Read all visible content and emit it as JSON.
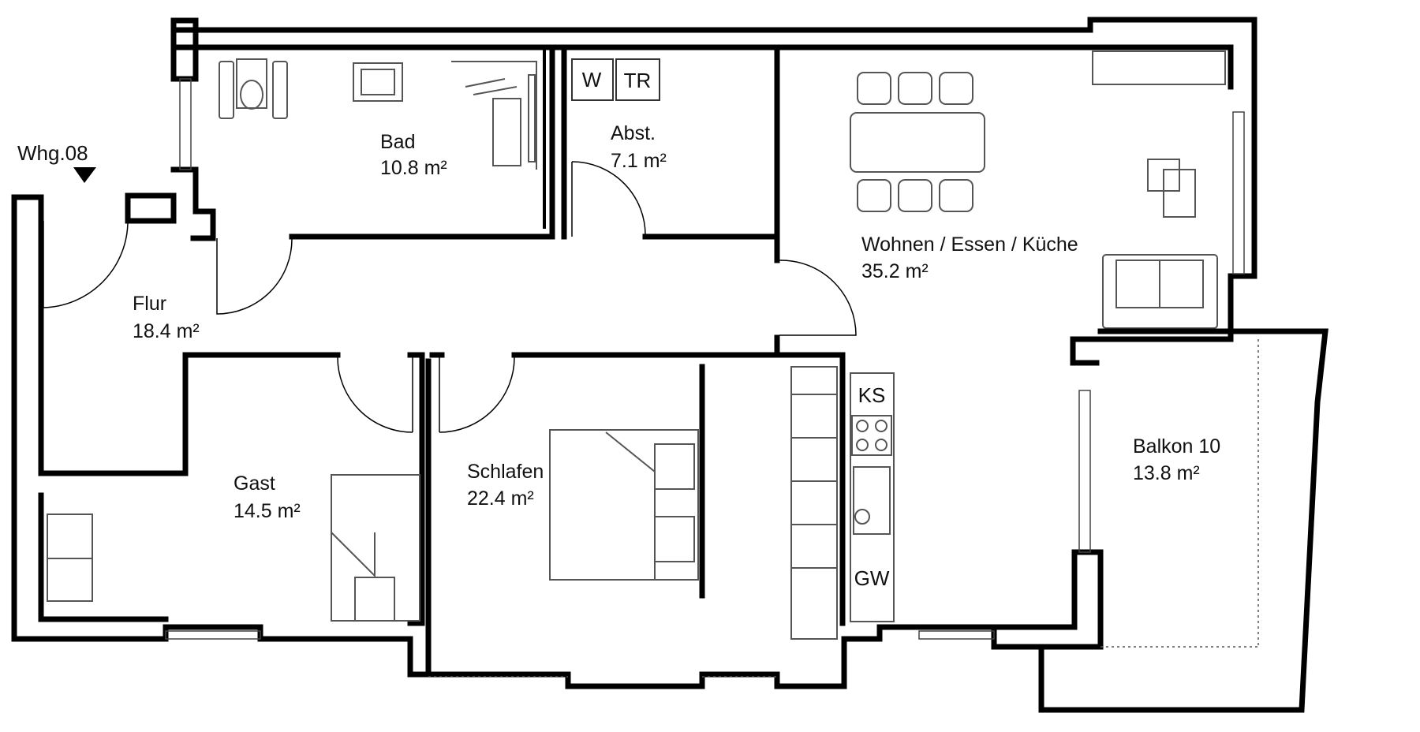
{
  "marker": {
    "label": "Whg.08"
  },
  "rooms": [
    {
      "id": "bad",
      "name": "Bad",
      "area": "10.8 m²"
    },
    {
      "id": "abst",
      "name": "Abst.",
      "area": "7.1 m²"
    },
    {
      "id": "wohnen",
      "name": "Wohnen / Essen / Küche",
      "area": "35.2 m²"
    },
    {
      "id": "flur",
      "name": "Flur",
      "area": "18.4 m²"
    },
    {
      "id": "gast",
      "name": "Gast",
      "area": "14.5 m²"
    },
    {
      "id": "schlafen",
      "name": "Schlafen",
      "area": "22.4 m²"
    },
    {
      "id": "balkon",
      "name": "Balkon 10",
      "area": "13.8 m²"
    }
  ],
  "fixtures": {
    "washer": "W",
    "dryer": "TR",
    "fridge": "KS",
    "dishwasher": "GW"
  }
}
